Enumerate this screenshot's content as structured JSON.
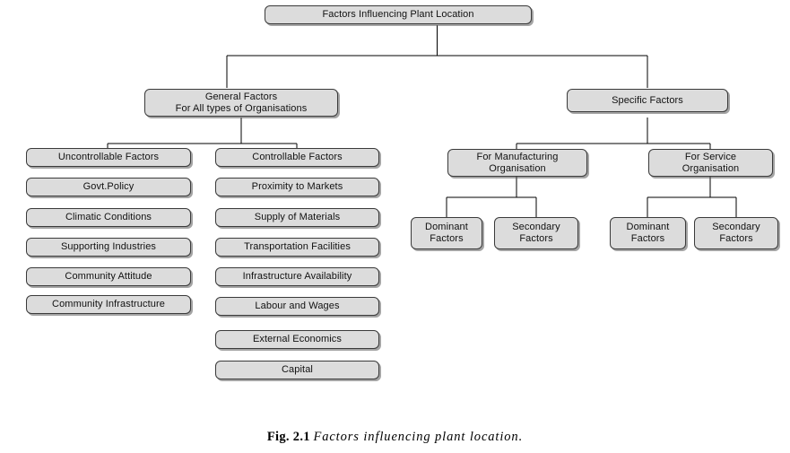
{
  "figure": {
    "caption_number": "Fig. 2.1",
    "caption_text": "Factors influencing plant location.",
    "type": "hierarchy-tree",
    "colors": {
      "box_fill": "#dcdcdc",
      "box_border": "#3a3a3a",
      "connector": "#000000",
      "page_background": "#ffffff",
      "text": "#111111"
    }
  },
  "tree": {
    "root": {
      "label": "Factors Influencing Plant Location"
    },
    "branches": [
      {
        "id": "general",
        "label": "General Factors\nFor All types of Organisations",
        "children": [
          {
            "id": "uncontrollable",
            "label": "Uncontrollable Factors",
            "items": [
              {
                "label": "Govt.Policy"
              },
              {
                "label": "Climatic Conditions"
              },
              {
                "label": "Supporting Industries"
              },
              {
                "label": "Community Attitude"
              },
              {
                "label": "Community Infrastructure"
              }
            ]
          },
          {
            "id": "controllable",
            "label": "Controllable Factors",
            "items": [
              {
                "label": "Proximity to Markets"
              },
              {
                "label": "Supply of Materials"
              },
              {
                "label": "Transportation Facilities"
              },
              {
                "label": "Infrastructure Availability"
              },
              {
                "label": "Labour and Wages"
              },
              {
                "label": "External Economics"
              },
              {
                "label": "Capital"
              }
            ]
          }
        ]
      },
      {
        "id": "specific",
        "label": "Specific Factors",
        "children": [
          {
            "id": "manufacturing",
            "label": "For Manufacturing\nOrganisation",
            "items": [
              {
                "label": "Dominant\nFactors"
              },
              {
                "label": "Secondary\nFactors"
              }
            ]
          },
          {
            "id": "service",
            "label": "For Service\nOrganisation",
            "items": [
              {
                "label": "Dominant\nFactors"
              },
              {
                "label": "Secondary\nFactors"
              }
            ]
          }
        ]
      }
    ]
  }
}
